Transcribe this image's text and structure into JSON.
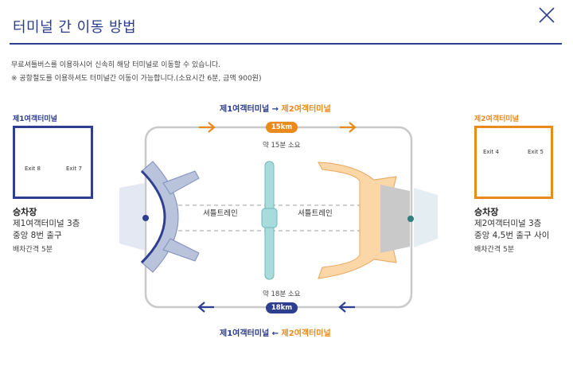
{
  "header": {
    "title": "터미널 간 이동 방법"
  },
  "description": {
    "line1": "무료셔틀버스를 이용하시어 신속히 해당 터미널로 이동할 수 있습니다.",
    "line2": "※ 공항철도를 이용하셔도 터미널간 이동이 가능합니다.(소요시간 6분, 금액 900원)"
  },
  "route_top": {
    "from": "제1여객터미널",
    "arrow": "→",
    "to": "제2여객터미널",
    "distance": "15km",
    "duration": "약 15분 소요"
  },
  "route_bottom": {
    "from": "제1여객터미널",
    "arrow": "←",
    "to": "제2여객터미널",
    "distance": "18km",
    "duration": "약 18분 소요"
  },
  "shuttle": {
    "left_label": "셔틀트레인",
    "right_label": "셔틀트레인"
  },
  "terminal1": {
    "title": "제1여객터미널",
    "exit_left": "Exit 8",
    "exit_right": "Exit 7",
    "stop_heading": "승차장",
    "stop_line1": "제1여객터미널 3층",
    "stop_line2": "중앙 8번 출구",
    "interval": "배차간격 5분"
  },
  "terminal2": {
    "title": "제2여객터미널",
    "exit_left": "Exit 4",
    "exit_right": "Exit 5",
    "stop_heading": "승차장",
    "stop_line1": "제2여객터미널 3층",
    "stop_line2": "중앙 4,5번 출구 사이",
    "interval": "배차간격 5분"
  },
  "colors": {
    "t1_blue": "#2f3f8f",
    "t2_orange": "#e98a1c",
    "concourse_teal": "#a8dcdc",
    "t1_building": "#b9c3dc",
    "t2_building": "#fbd7a8"
  }
}
